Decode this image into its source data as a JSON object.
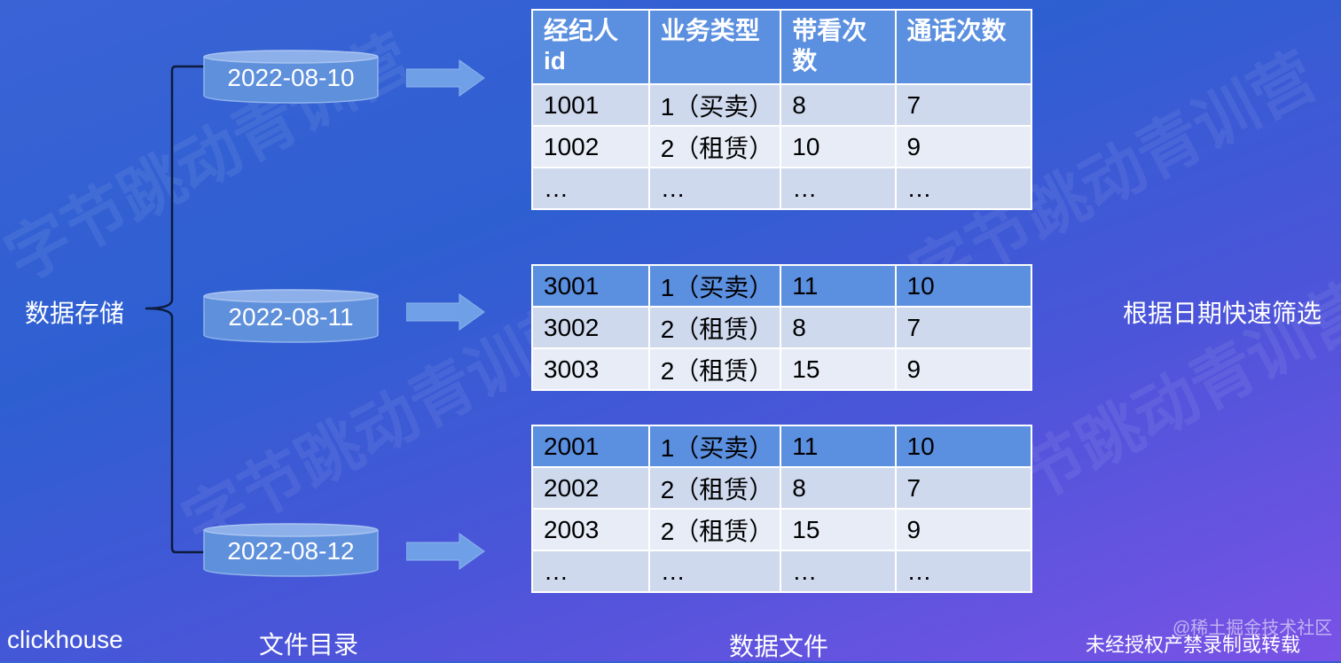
{
  "left_label": "数据存储",
  "right_label": "根据日期快速筛选",
  "directories": [
    {
      "date": "2022-08-10"
    },
    {
      "date": "2022-08-11"
    },
    {
      "date": "2022-08-12"
    }
  ],
  "table_headers": [
    "经纪人id",
    "业务类型",
    "带看次数",
    "通话次数"
  ],
  "tables": [
    {
      "rows": [
        [
          "1001",
          "1（买卖）",
          "8",
          "7"
        ],
        [
          "1002",
          "2（租赁）",
          "10",
          "9"
        ],
        [
          "…",
          "…",
          "…",
          "…"
        ]
      ]
    },
    {
      "rows": [
        [
          "3001",
          "1（买卖）",
          "11",
          "10"
        ],
        [
          "3002",
          "2（租赁）",
          "8",
          "7"
        ],
        [
          "3003",
          "2（租赁）",
          "15",
          "9"
        ]
      ]
    },
    {
      "rows": [
        [
          "2001",
          "1（买卖）",
          "11",
          "10"
        ],
        [
          "2002",
          "2（租赁）",
          "8",
          "7"
        ],
        [
          "2003",
          "2（租赁）",
          "15",
          "9"
        ],
        [
          "…",
          "…",
          "…",
          "…"
        ]
      ]
    }
  ],
  "footer": {
    "brand": "clickhouse",
    "dir_caption": "文件目录",
    "file_caption": "数据文件",
    "notice": "未经授权产禁录制或转载",
    "watermark_text": "字节跳动青训营",
    "credit": "@稀土掘金技术社区"
  }
}
